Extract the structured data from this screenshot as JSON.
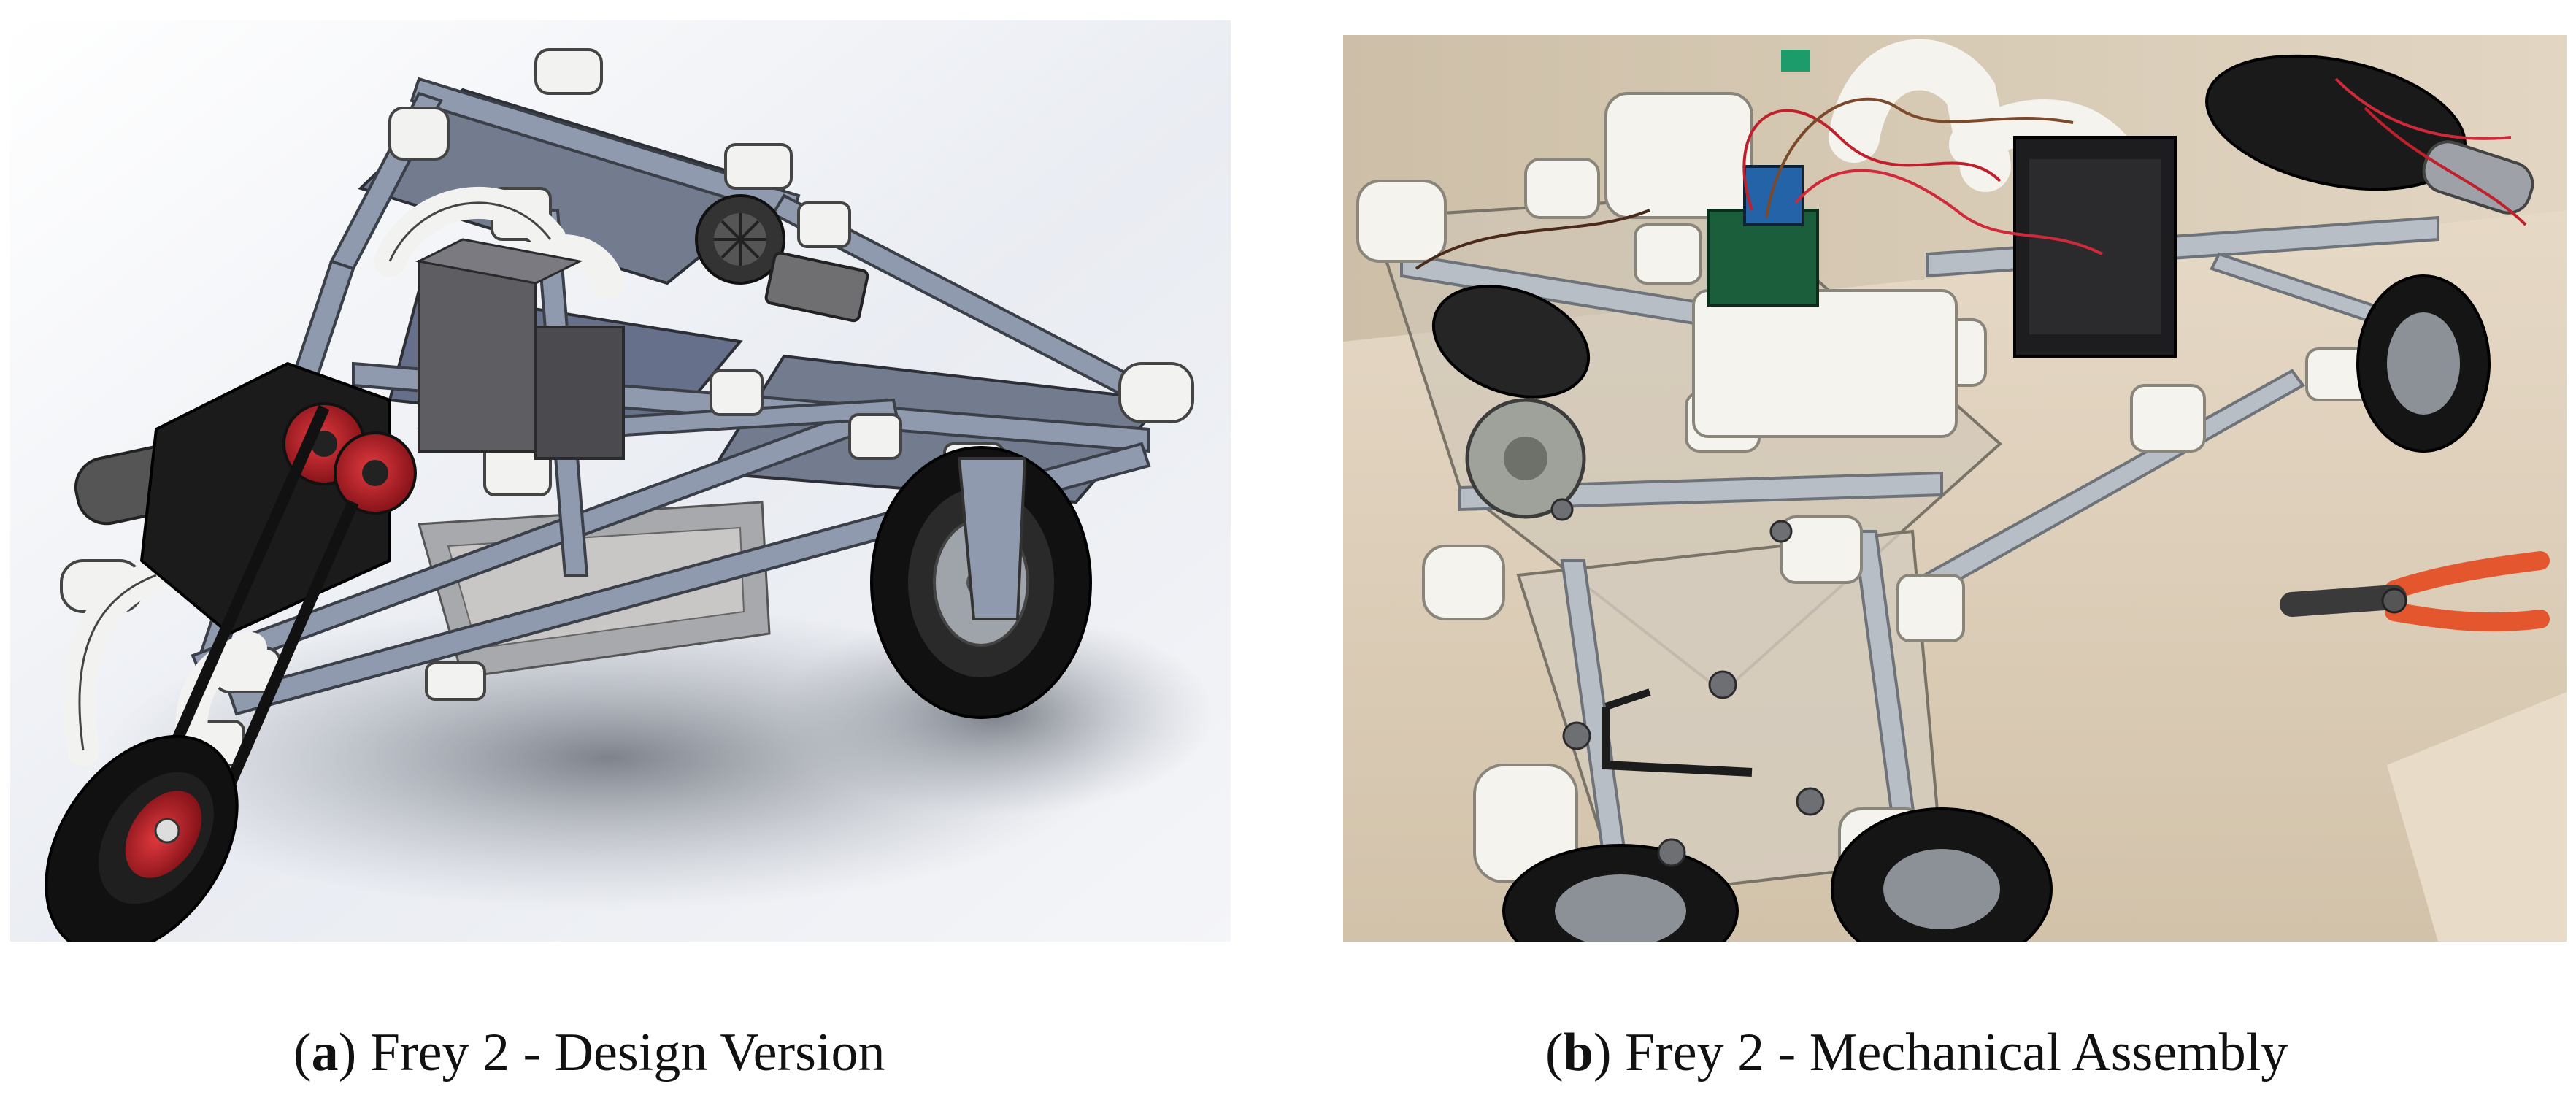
{
  "figure": {
    "panels": [
      {
        "id": "a",
        "kind": "cad-render",
        "caption_label": "a",
        "caption_text": "Frey 2 - Design Version"
      },
      {
        "id": "b",
        "kind": "photo",
        "caption_label": "b",
        "caption_text": "Frey 2 - Mechanical Assembly"
      }
    ]
  },
  "colors": {
    "frame_steel": "#8f9aae",
    "joint_white": "#f2f2f0",
    "plate_blue_gray": "#737b8f",
    "motor_dark": "#3b3b3d",
    "wheel_tire": "#111111",
    "wheel_hub_red": "#b01a22",
    "table_beige": "#d8c9b4",
    "pliers_orange": "#e4572e"
  }
}
